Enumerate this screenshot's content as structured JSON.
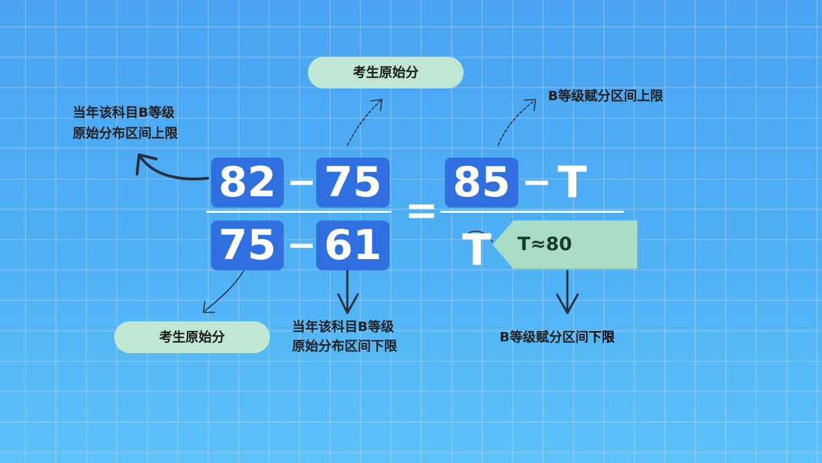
{
  "left_fraction": {
    "numerator": {
      "a": "82",
      "op": "−",
      "b": "75"
    },
    "denominator": {
      "a": "75",
      "op": "−",
      "b": "61"
    }
  },
  "equals": "=",
  "right_fraction": {
    "numerator": {
      "a": "85",
      "op": "−",
      "b": "T"
    },
    "denominator": {
      "a": "T"
    }
  },
  "tag": {
    "text": "T≈80"
  },
  "labels": {
    "top_raw_score": "考生原始分",
    "b_raw_upper_line1": "当年该科目B等级",
    "b_raw_upper_line2": "原始分布区间上限",
    "b_assigned_upper": "B等级赋分区间上限",
    "bottom_raw_score": "考生原始分",
    "b_raw_lower_line1": "当年该科目B等级",
    "b_raw_lower_line2": "原始分布区间下限",
    "b_assigned_lower_prefix": "B等级赋分区间",
    "b_assigned_lower_emphasis": "下限"
  },
  "colors": {
    "background": "#4fb3f5",
    "number_box": "#2f6fdf",
    "pill": "#bfe7d3",
    "tag": "#a9dcc4"
  },
  "icons": [
    "arrow-up-right-icon",
    "arrow-left-icon",
    "arrow-down-icon",
    "arrow-down-left-icon"
  ]
}
